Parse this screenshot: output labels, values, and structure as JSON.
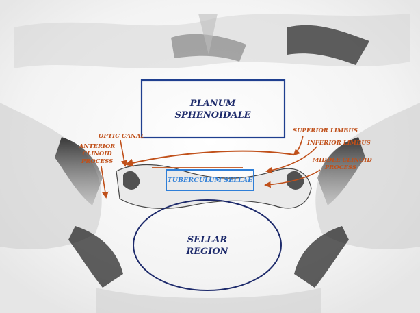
{
  "colors": {
    "box_blue": "#1f3f8f",
    "box_light_blue": "#2f7fd8",
    "ellipse_navy": "#1d2a6b",
    "annotation_orange": "#c0501a",
    "label_navy": "#1d2a6b"
  },
  "regions": {
    "planum_line1": "PLANUM",
    "planum_line2": "SPHENOIDALE",
    "tuberculum": "TUBERCULUM SELLAE",
    "sellar_line1": "SELLAR",
    "sellar_line2": "REGION"
  },
  "annotations": {
    "optic_canal": "OPTIC CANAL",
    "anterior_clinoid_line1": "ANTERIOR",
    "anterior_clinoid_line2": "CLINOID",
    "anterior_clinoid_line3": "PROCESS",
    "superior_limbus": "SUPERIOR LIMBUS",
    "inferior_limbus": "INFERIOR LIMBUS",
    "middle_clinoid_line1": "MIDDLE CLINOID",
    "middle_clinoid_line2": "PROCESS"
  }
}
